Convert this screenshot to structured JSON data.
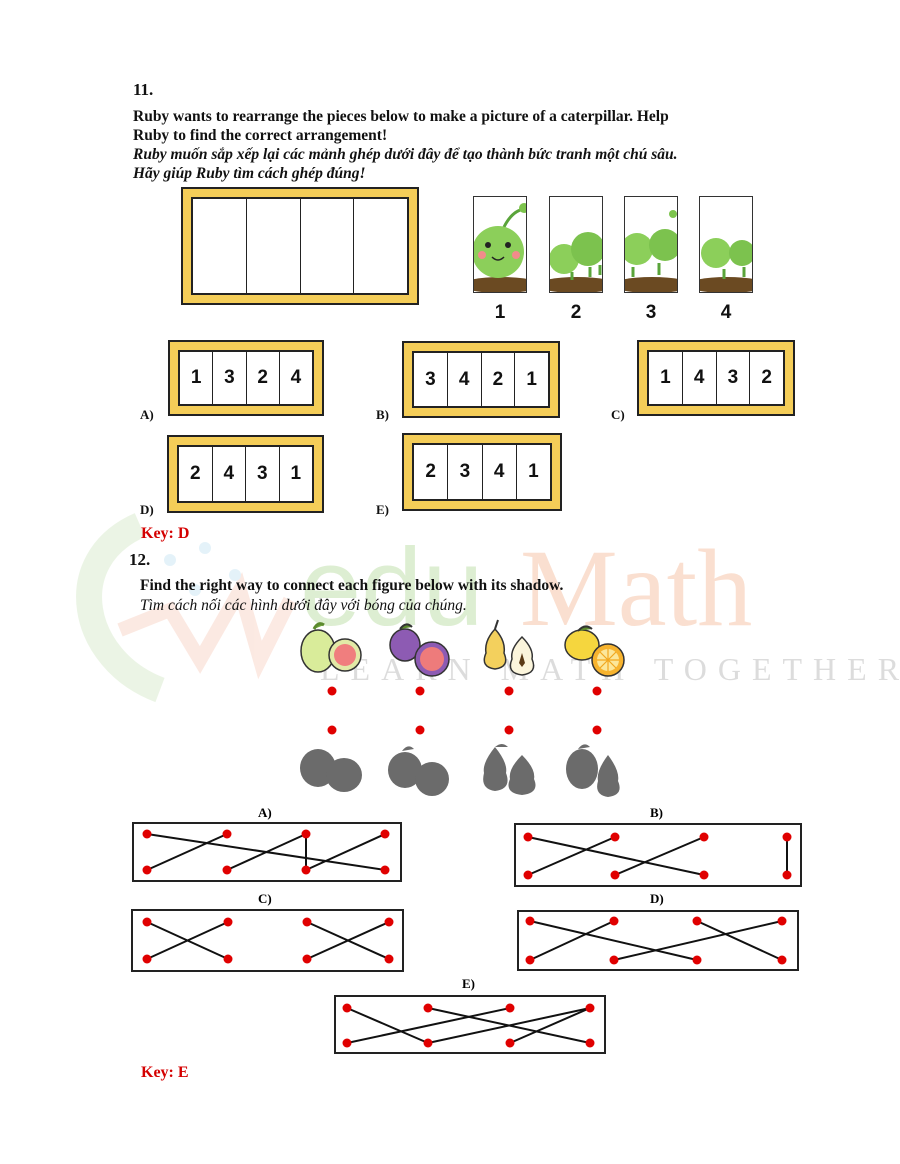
{
  "watermark": {
    "brand_left": "edu",
    "brand_right": "Math",
    "tagline": "LEARN MATH TOGETHER"
  },
  "q11": {
    "number": "11.",
    "line1": "Ruby wants to rearrange the pieces below to make a picture of a caterpillar. Help",
    "line2": "Ruby to find the correct arrangement!",
    "line3_vi": "Ruby muốn sắp xếp lại các mảnh ghép dưới đây để tạo thành bức tranh một chú sâu.",
    "line4_vi": "Hãy giúp Ruby tìm cách ghép đúng!",
    "pieces": [
      "1",
      "2",
      "3",
      "4"
    ],
    "options": [
      {
        "label": "A)",
        "digits": [
          "1",
          "3",
          "2",
          "4"
        ]
      },
      {
        "label": "B)",
        "digits": [
          "3",
          "4",
          "2",
          "1"
        ]
      },
      {
        "label": "C)",
        "digits": [
          "1",
          "4",
          "3",
          "2"
        ]
      },
      {
        "label": "D)",
        "digits": [
          "2",
          "4",
          "3",
          "1"
        ]
      },
      {
        "label": "E)",
        "digits": [
          "2",
          "3",
          "4",
          "1"
        ]
      }
    ],
    "key": "Key: D"
  },
  "q12": {
    "number": "12.",
    "line1": "Find the right way to connect each figure below with its shadow.",
    "line2_vi": "Tìm cách nối các hình dưới đây với bóng của chúng.",
    "fruits": [
      "guava-icon",
      "fig-icon",
      "pear-icon",
      "lemon-icon"
    ],
    "options": [
      "A)",
      "B)",
      "C)",
      "D)",
      "E)"
    ],
    "key": "Key: E"
  },
  "colors": {
    "frame_yellow": "#f4cd58",
    "key_red": "#d40000",
    "dot_red": "#e00000"
  }
}
